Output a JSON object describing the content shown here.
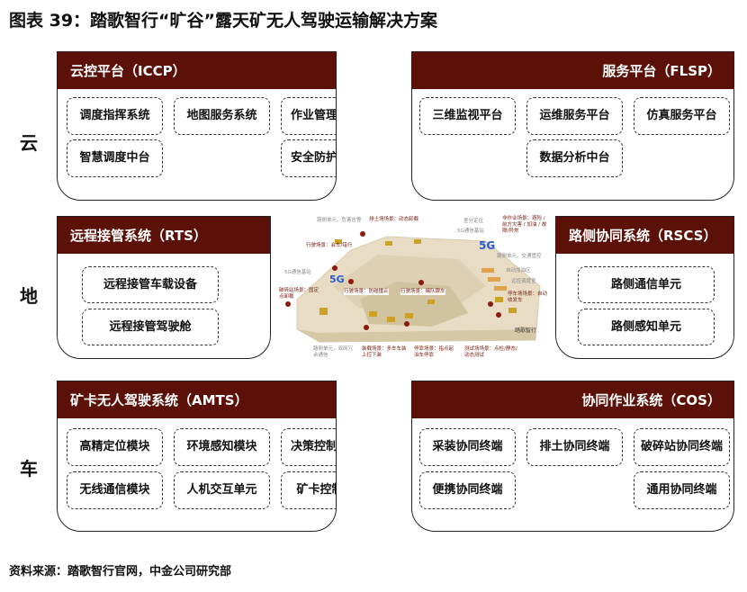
{
  "title": "图表 39：踏歌智行“旷谷”露天矿无人驾驶运输解决方案",
  "side": [
    "云",
    "地",
    "车"
  ],
  "iccp": {
    "title": "云控平台（ICCP）",
    "items": [
      "调度指挥系统",
      "地图服务系统",
      "作业管理系统",
      "智慧调度中台",
      "安全防护中台"
    ]
  },
  "flsp": {
    "title": "服务平台（FLSP）",
    "items": [
      "三维监视平台",
      "运维服务平台",
      "仿真服务平台",
      "数据分析中台"
    ]
  },
  "rts": {
    "title": "远程接管系统（RTS）",
    "items": [
      "远程接管车载设备",
      "远程接管驾驶舱"
    ]
  },
  "rscs": {
    "title": "路侧协同系统（RSCS）",
    "items": [
      "路侧通信单元",
      "路侧感知单元"
    ]
  },
  "amts": {
    "title": "矿卡无人驾驶系统（AMTS）",
    "items": [
      "高精定位模块",
      "环境感知模块",
      "决策控制模块",
      "无线通信模块",
      "人机交互单元",
      "矿卡控制器"
    ]
  },
  "cos": {
    "title": "协同作业系统（COS）",
    "items": [
      "采装协同终端",
      "排土协同终端",
      "破碎站协同终端",
      "便携协同终端",
      "通用协同终端"
    ]
  },
  "scene": {
    "labels": [
      "路侧单元，危害告警",
      "排土场场景：动态卸载",
      "差分定位",
      "5G通信基站",
      "非作业场景：避险 / 前方灾害 / 加油 / 故障/异常",
      "行驶场景：会车/错行",
      "路侧单元，交通管控",
      "5G通信基站",
      "自动加油区",
      "远控调度室",
      "破碎站场景：固定点卸载",
      "行驶场景：防碰撞止",
      "行驶场景：编队跟车",
      "停车场场景：自动收发车",
      "路侧单元，双网冗余通信",
      "装载场景：多车车装上控下装",
      "停靠场景：指点起泊车停靠",
      "测试场场景：点检/静态/动态测试"
    ],
    "badge": "5G",
    "logo": "踏歌智行"
  },
  "source": "资料来源：踏歌智行官网，中金公司研究部"
}
